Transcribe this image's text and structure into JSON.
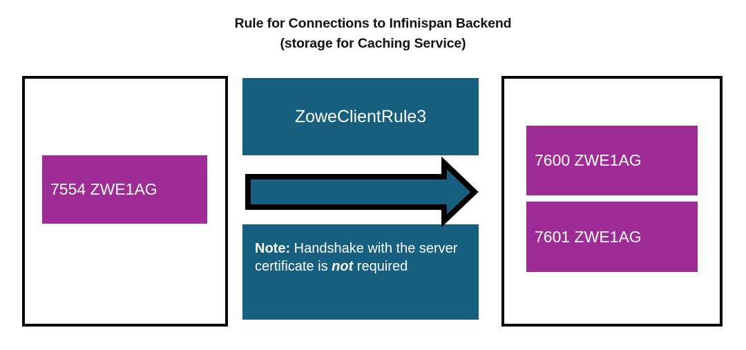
{
  "title": {
    "line1": "Rule for Connections to Infinispan Backend",
    "line2": "(storage for Caching Service)"
  },
  "colors": {
    "teal": "#165f81",
    "magenta": "#9f2b96",
    "outline": "#000000",
    "text_on_fill": "#ffffff",
    "title_text": "#111111"
  },
  "left_box": {
    "endpoints": [
      {
        "label": "7554 ZWE1AG",
        "port": "7554",
        "system": "ZWE1AG"
      }
    ]
  },
  "rule_panel": {
    "rule_name": "ZoweClientRule3",
    "note": {
      "label": "Note:",
      "text_before": " Handshake with the server certificate is ",
      "emphasis": "not",
      "text_after": " required",
      "full_text": "Note: Handshake with the server certificate is not required"
    },
    "arrow": {
      "direction": "right",
      "name": "flow-arrow"
    }
  },
  "right_box": {
    "endpoints": [
      {
        "label": "7600 ZWE1AG",
        "port": "7600",
        "system": "ZWE1AG"
      },
      {
        "label": "7601 ZWE1AG",
        "port": "7601",
        "system": "ZWE1AG"
      }
    ]
  }
}
